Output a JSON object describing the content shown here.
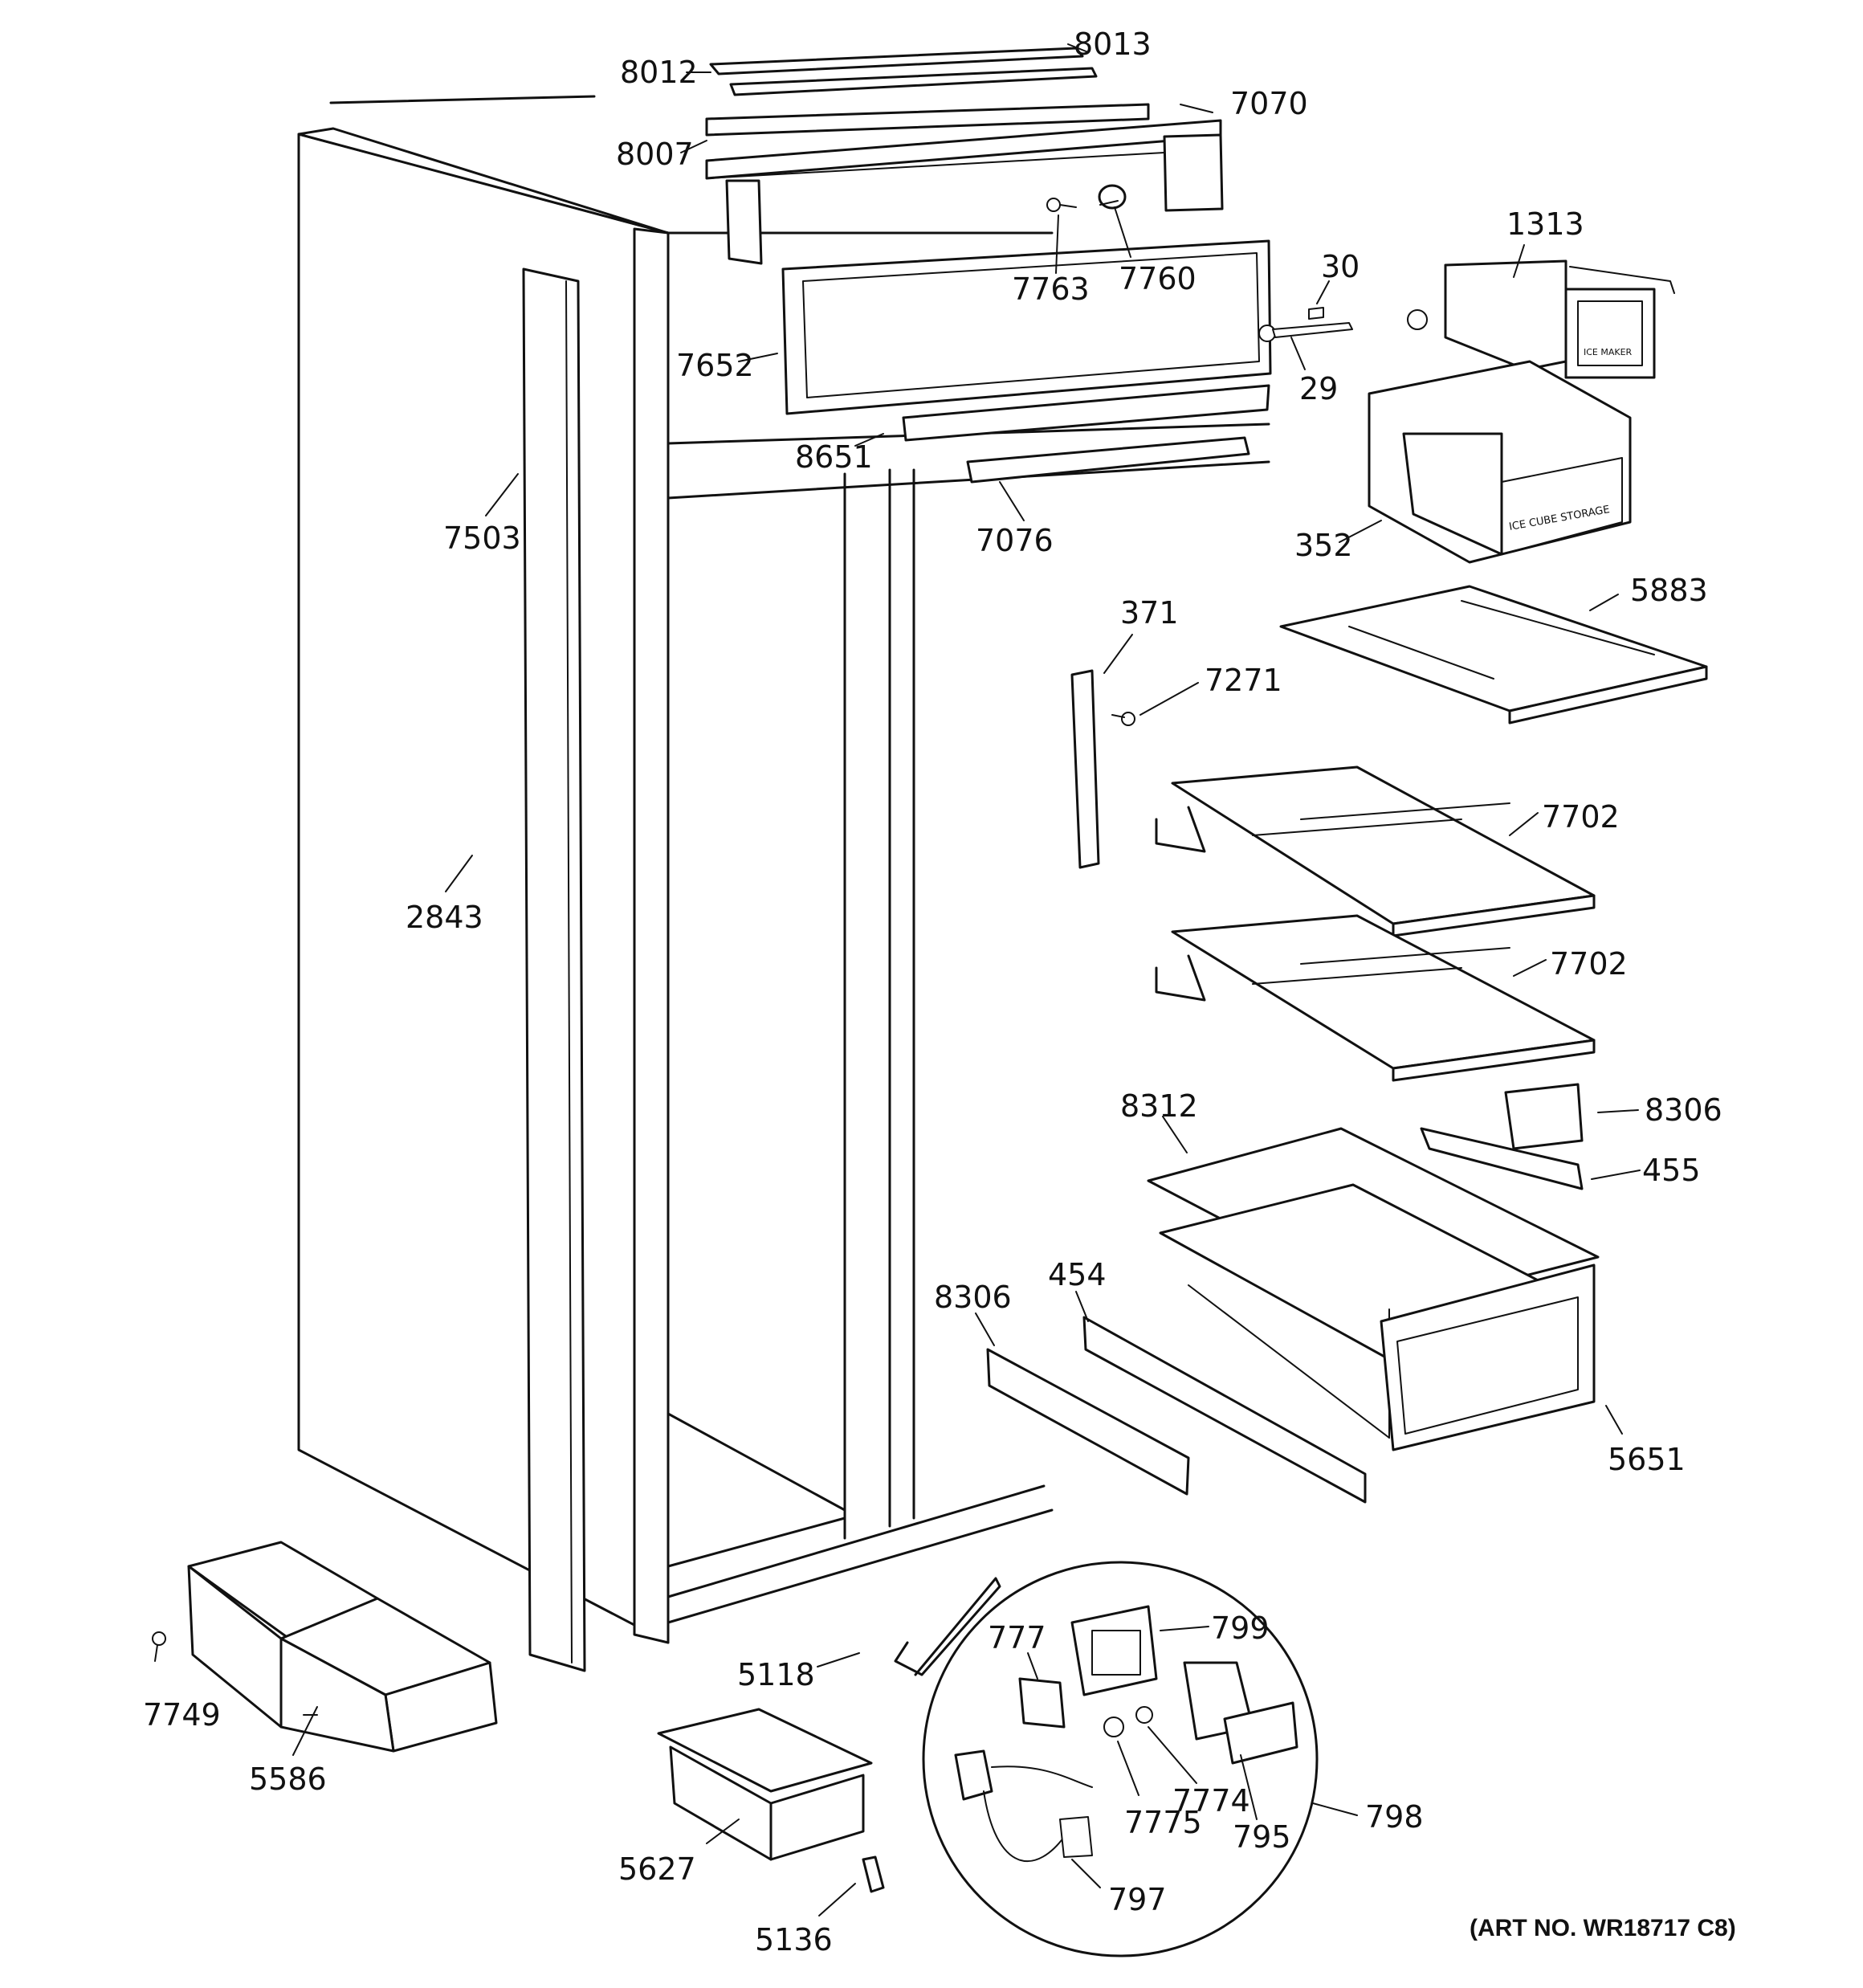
{
  "art_number": "(ART NO. WR18717 C8)",
  "labels": {
    "p8012": "8012",
    "p8013": "8013",
    "p7070": "7070",
    "p8007": "8007",
    "p7763": "7763",
    "p7760": "7760",
    "p30": "30",
    "p1313": "1313",
    "p7652": "7652",
    "p29": "29",
    "p352": "352",
    "p8651": "8651",
    "p7503": "7503",
    "p7076": "7076",
    "p5883": "5883",
    "p371": "371",
    "p7271": "7271",
    "p7702a": "7702",
    "p2843": "2843",
    "p7702b": "7702",
    "p8312": "8312",
    "p8306a": "8306",
    "p455": "455",
    "p8306b": "8306",
    "p454": "454",
    "p5651": "5651",
    "p777": "777",
    "p799": "799",
    "p5118": "5118",
    "p7749": "7749",
    "p5586": "5586",
    "p7774": "7774",
    "p795": "795",
    "p798": "798",
    "p7775": "7775",
    "p5627": "5627",
    "p797": "797",
    "p5136": "5136"
  },
  "kit_text": {
    "ice_maker": "ICE MAKER",
    "bucket": "ICE CUBE STORAGE"
  }
}
